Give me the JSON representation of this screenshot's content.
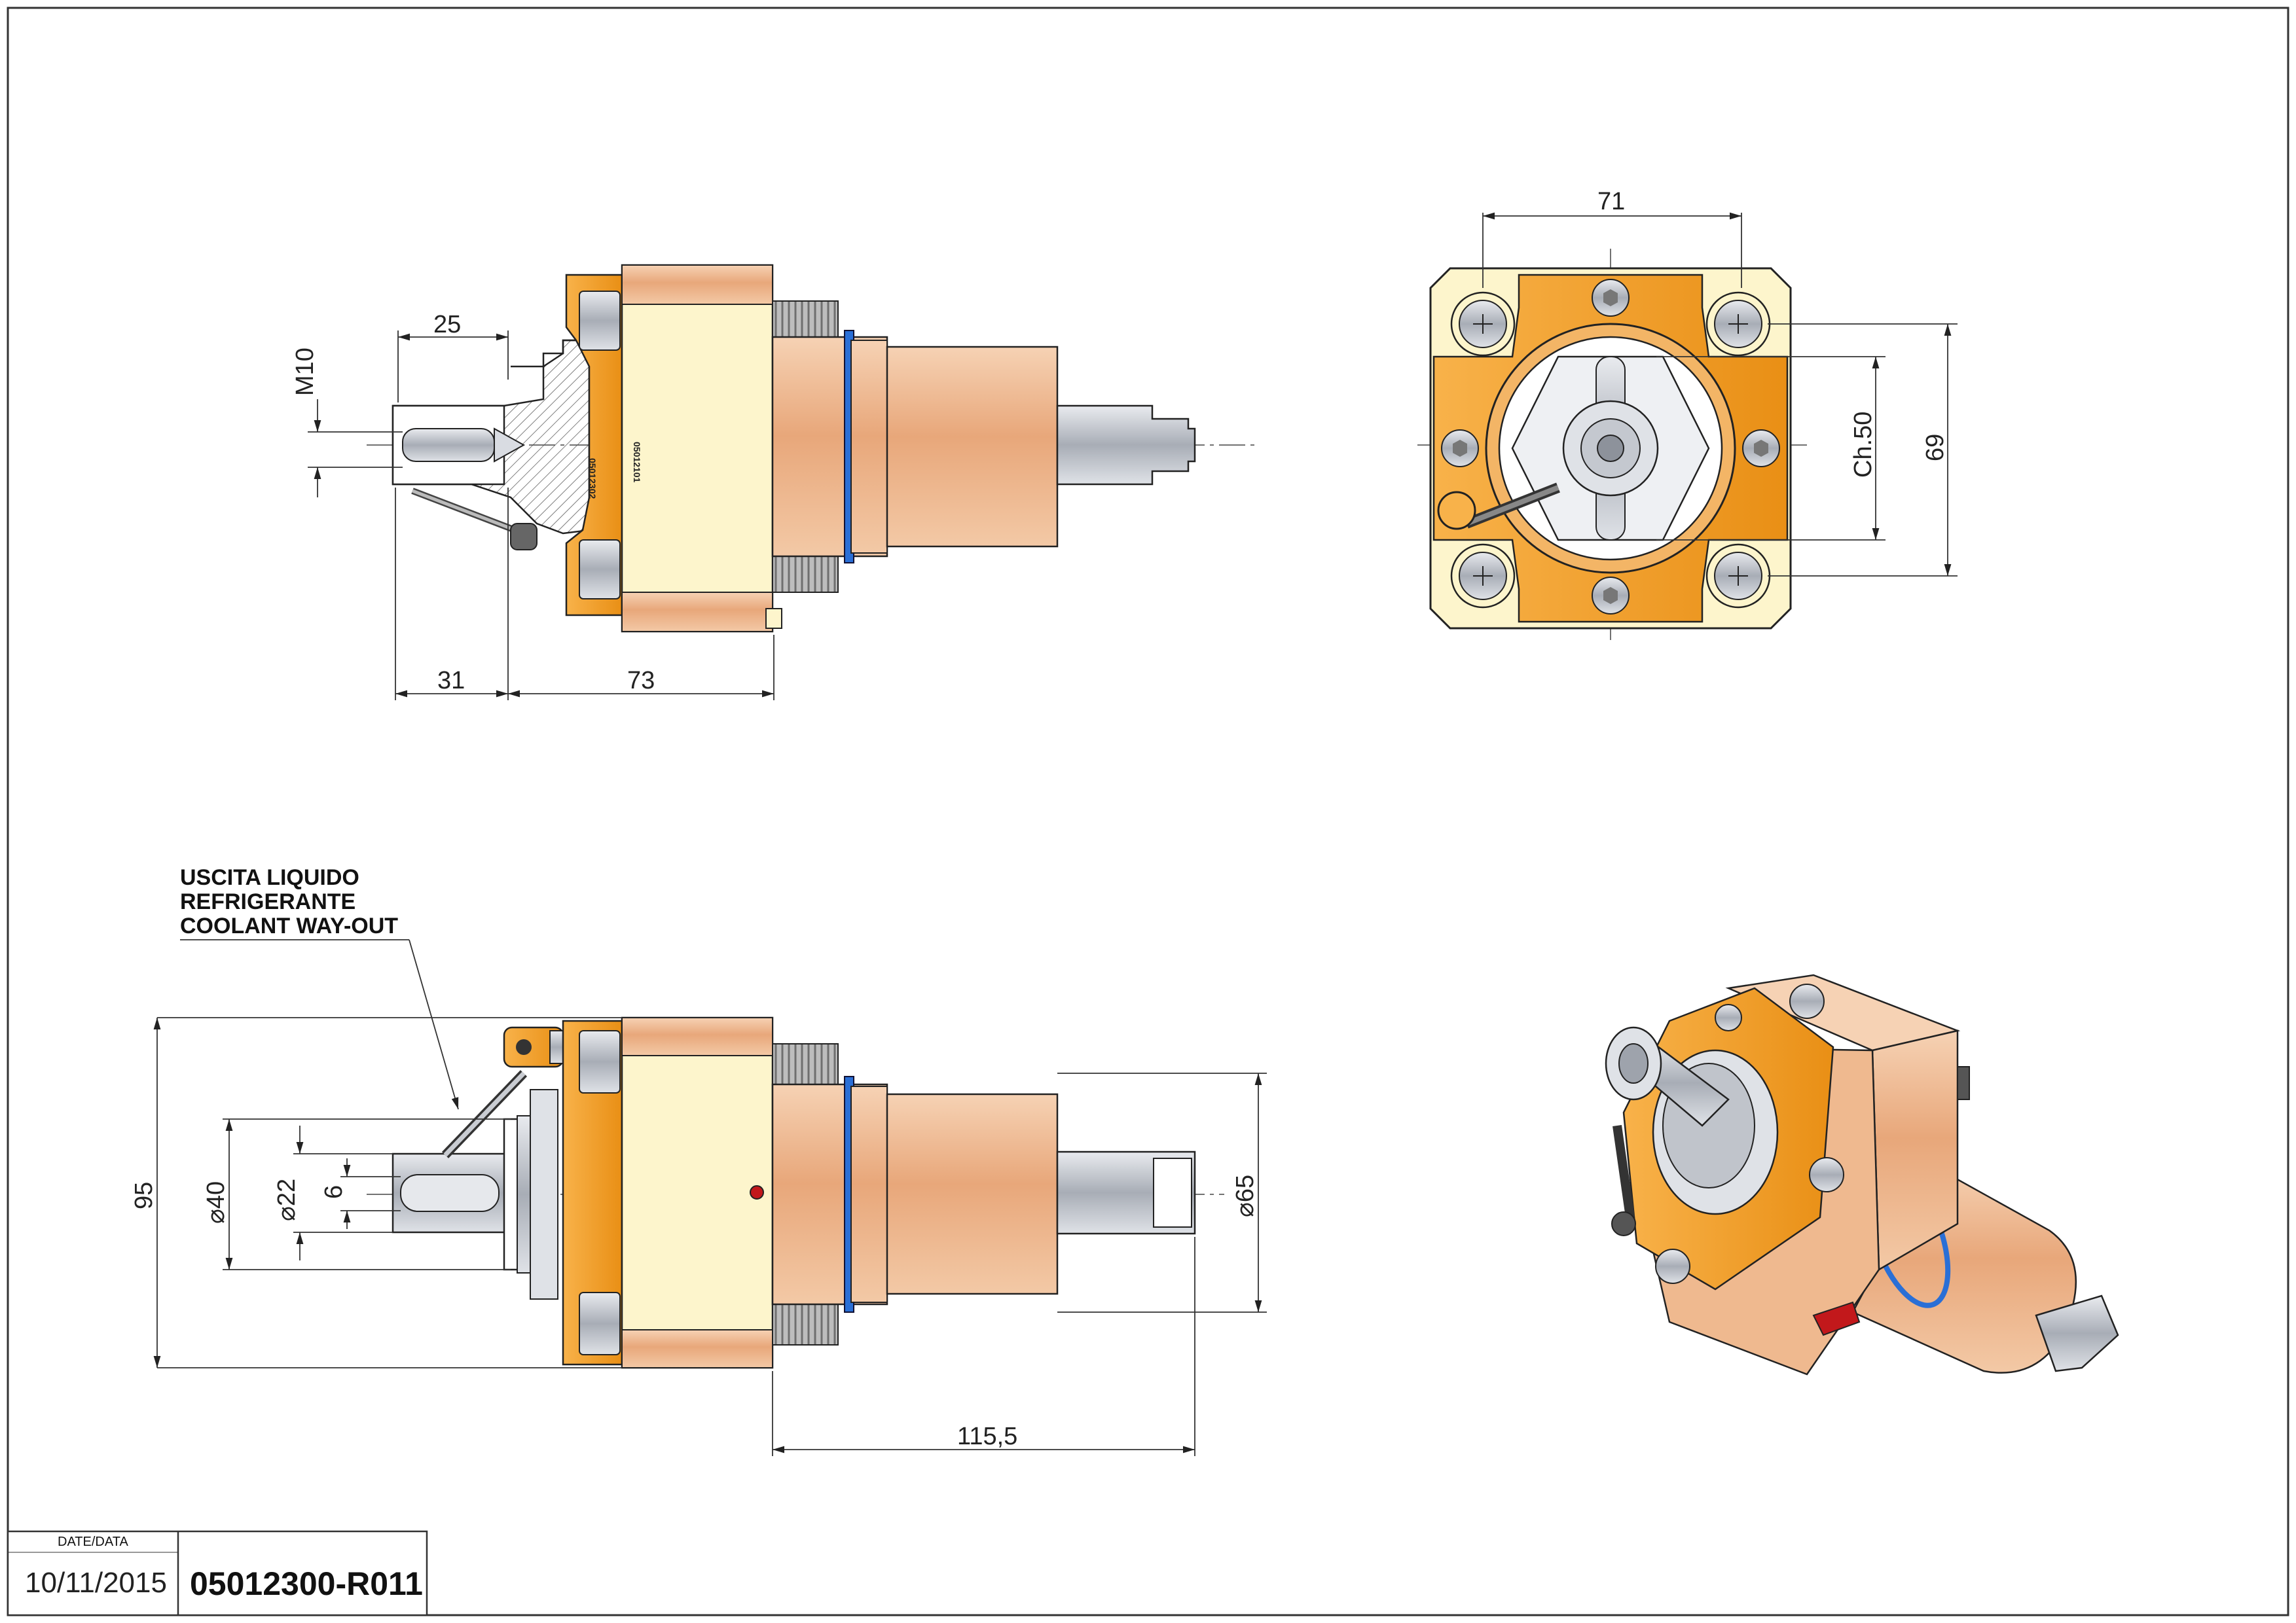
{
  "views": {
    "side_top": {
      "dims": {
        "d25": "25",
        "m10": "M10",
        "d31": "31",
        "d73": "73"
      },
      "body_marking_1": "05012101",
      "body_marking_2": "05012302"
    },
    "front": {
      "dims": {
        "d71": "71",
        "ch50": "Ch.50",
        "d69": "69"
      }
    },
    "side_bottom": {
      "dims": {
        "d95": "95",
        "dia40": "⌀40",
        "dia22": "⌀22",
        "d6": "6",
        "dia65": "⌀65",
        "d115": "115,5"
      },
      "coolant_note": [
        "USCITA LIQUIDO",
        "REFRIGERANTE",
        "COOLANT WAY-OUT"
      ]
    },
    "iso": {}
  },
  "title_block": {
    "date_label": "DATE/DATA",
    "date_value": "10/11/2015",
    "code": "05012300-R011"
  },
  "colors": {
    "orange": "#f5a02a",
    "cream": "#fdf5cc",
    "copper": "#e8a97a",
    "steel": "#c9ccd2",
    "blue_oring": "#2a6fd6"
  }
}
